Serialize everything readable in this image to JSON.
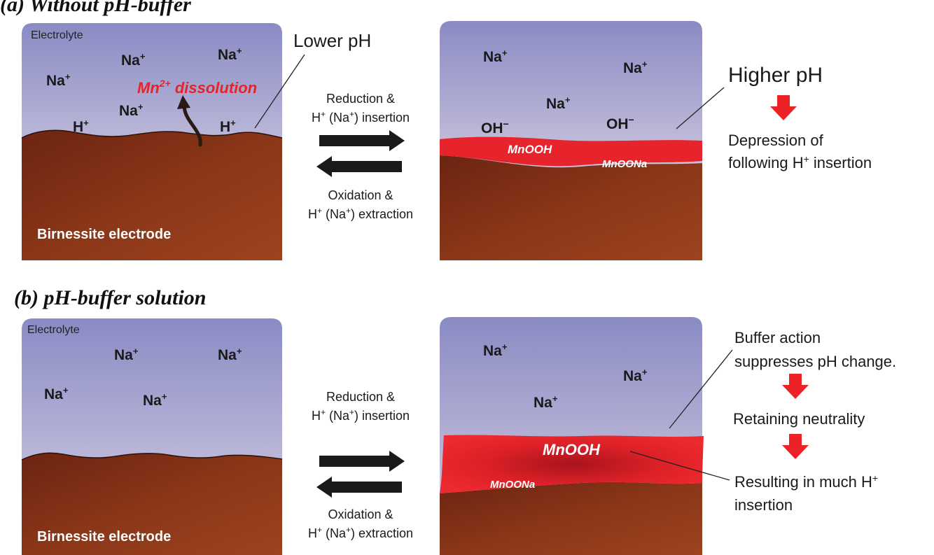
{
  "panel_a": {
    "title": "(a) Without pH-buffer",
    "electrolyte": "Electrolyte",
    "electrode": "Birnessite electrode",
    "ion_na": "Na",
    "ion_h": "H",
    "plus": "+",
    "mn": "Mn",
    "mn_sup": "2+",
    "dissolution": " dissolution",
    "lower_ph": "Lower pH",
    "oh": "OH",
    "minus": "−",
    "mnooh": "MnOOH",
    "mnoona": "MnOONa",
    "higher_ph": "Higher pH",
    "depression_line1": "Depression of",
    "depression_line2a": "following H",
    "depression_line2b": " insertion"
  },
  "panel_b": {
    "title": "(b) pH-buffer solution",
    "electrolyte": "Electrolyte",
    "electrode": "Birnessite electrode",
    "buffer_line1": "Buffer action",
    "buffer_line2": "suppresses pH change.",
    "retaining": "Retaining neutrality",
    "resulting_line1a": "Resulting in much H",
    "resulting_line2": "insertion",
    "mnooh": "MnOOH",
    "mnoona": "MnOONa"
  },
  "arrows": {
    "reduction_line1": "Reduction &",
    "insertion_a": "H",
    "insertion_b": " (Na",
    "insertion_c": ") insertion",
    "oxidation_line1": "Oxidation &",
    "extraction_c": ") extraction"
  },
  "colors": {
    "electrolyte_top": "#8d8ec6",
    "electrolyte_bottom": "#c8c3dd",
    "electrode": "#7e2e17",
    "red_layer": "#e8232a",
    "red_text": "#ea2127",
    "arrow": "#1a1a1a"
  }
}
